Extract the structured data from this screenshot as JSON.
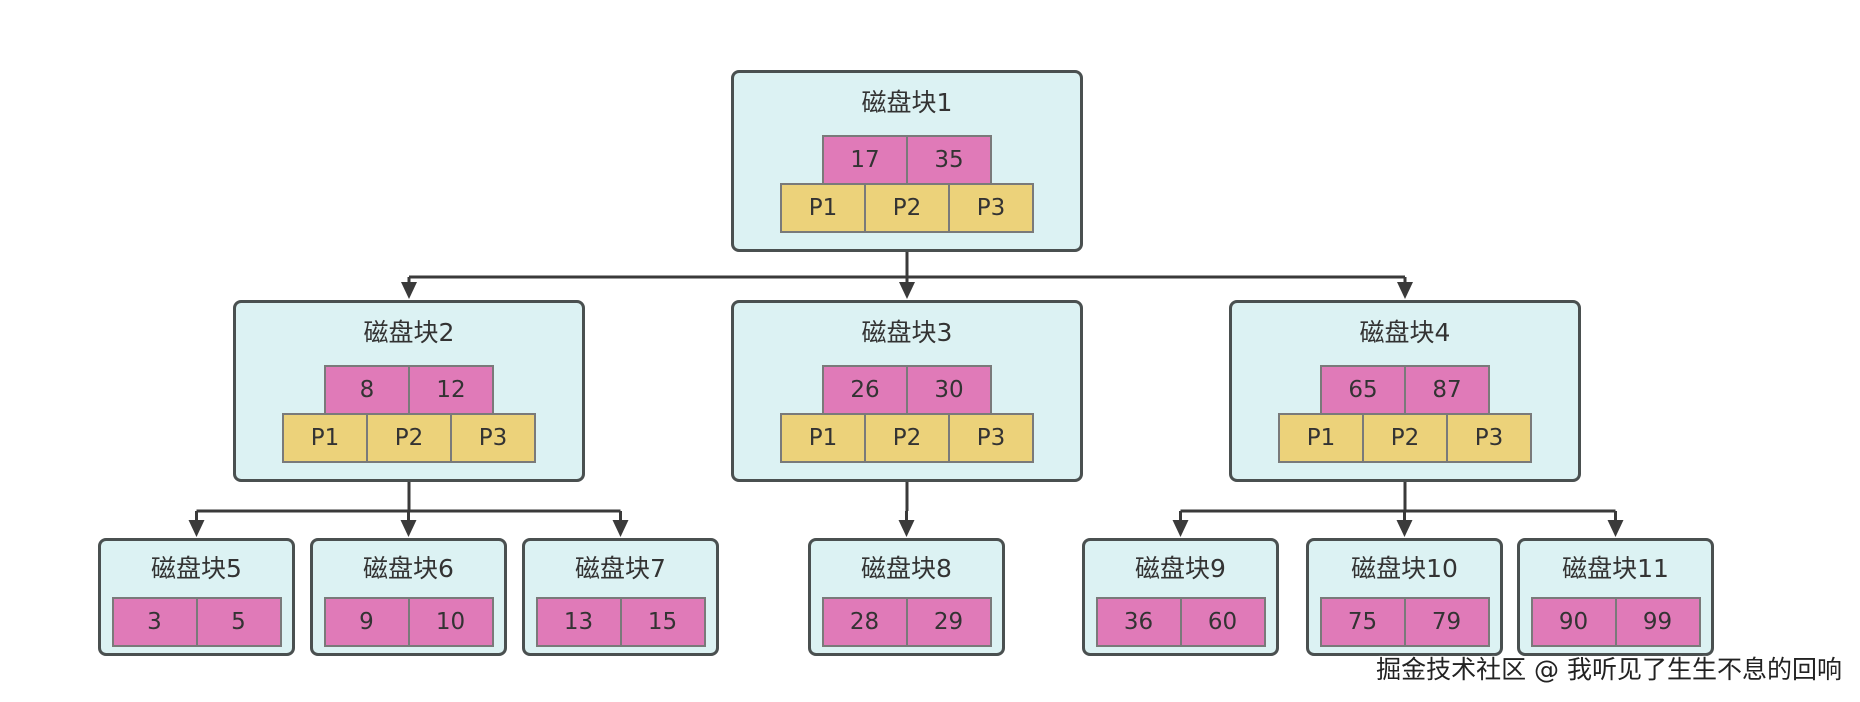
{
  "diagram": {
    "colors": {
      "block_fill": "#dcf2f3",
      "block_border": "#4a5050",
      "key_fill": "#e07ab8",
      "pointer_fill": "#ecd27a",
      "line": "#3a3a3a"
    },
    "blocks": [
      {
        "id": "1",
        "title": "磁盘块1",
        "keys": [
          "17",
          "35"
        ],
        "pointers": [
          "P1",
          "P2",
          "P3"
        ]
      },
      {
        "id": "2",
        "title": "磁盘块2",
        "keys": [
          "8",
          "12"
        ],
        "pointers": [
          "P1",
          "P2",
          "P3"
        ]
      },
      {
        "id": "3",
        "title": "磁盘块3",
        "keys": [
          "26",
          "30"
        ],
        "pointers": [
          "P1",
          "P2",
          "P3"
        ]
      },
      {
        "id": "4",
        "title": "磁盘块4",
        "keys": [
          "65",
          "87"
        ],
        "pointers": [
          "P1",
          "P2",
          "P3"
        ]
      },
      {
        "id": "5",
        "title": "磁盘块5",
        "keys": [
          "3",
          "5"
        ]
      },
      {
        "id": "6",
        "title": "磁盘块6",
        "keys": [
          "9",
          "10"
        ]
      },
      {
        "id": "7",
        "title": "磁盘块7",
        "keys": [
          "13",
          "15"
        ]
      },
      {
        "id": "8",
        "title": "磁盘块8",
        "keys": [
          "28",
          "29"
        ]
      },
      {
        "id": "9",
        "title": "磁盘块9",
        "keys": [
          "36",
          "60"
        ]
      },
      {
        "id": "10",
        "title": "磁盘块10",
        "keys": [
          "75",
          "79"
        ]
      },
      {
        "id": "11",
        "title": "磁盘块11",
        "keys": [
          "90",
          "99"
        ]
      }
    ],
    "edges": [
      {
        "from": "1",
        "to": "2"
      },
      {
        "from": "1",
        "to": "3"
      },
      {
        "from": "1",
        "to": "4"
      },
      {
        "from": "2",
        "to": "5"
      },
      {
        "from": "2",
        "to": "6"
      },
      {
        "from": "2",
        "to": "7"
      },
      {
        "from": "3",
        "to": "8"
      },
      {
        "from": "4",
        "to": "9"
      },
      {
        "from": "4",
        "to": "10"
      },
      {
        "from": "4",
        "to": "11"
      }
    ]
  },
  "watermark": "掘金技术社区 @ 我听见了生生不息的回响"
}
